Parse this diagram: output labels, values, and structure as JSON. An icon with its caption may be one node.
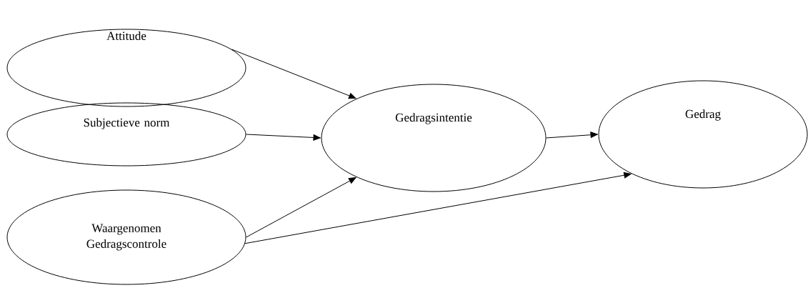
{
  "diagram": {
    "nodes": [
      {
        "text": [
          "Attitude"
        ]
      },
      {
        "text": [
          "Subjectieve norm"
        ]
      },
      {
        "text": [
          "Waargenomen Gedragscontrole"
        ]
      },
      {
        "text": [
          "Gedragsintentie"
        ]
      },
      {
        "text": [
          "Gedrag"
        ]
      }
    ],
    "edges": [
      {
        "from": 0,
        "to": 3,
        "arrow": "to"
      },
      {
        "from": 1,
        "to": 3,
        "arrow": "to"
      },
      {
        "from": 2,
        "to": 3,
        "arrow": "to"
      },
      {
        "from": 3,
        "to": 4,
        "arrow": "to"
      },
      {
        "from": 2,
        "to": 4,
        "arrow": "to"
      }
    ]
  }
}
